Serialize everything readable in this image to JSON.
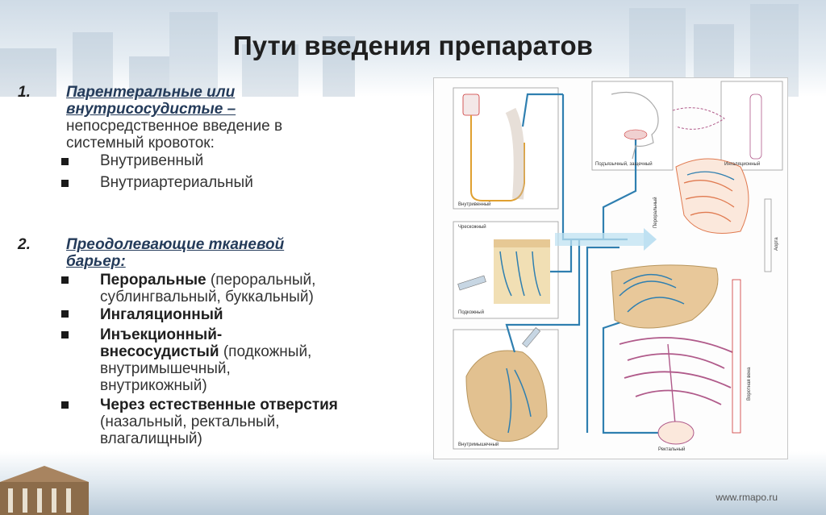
{
  "title": "Пути введения препаратов",
  "section1": {
    "number": "1.",
    "heading_line1": "Парентеральные или",
    "heading_line2": "внутрисосудистые –",
    "desc_line1": "непосредственное введение в",
    "desc_line2": "системный кровоток:",
    "items": [
      "Внутривенный",
      "Внутриартериальный"
    ]
  },
  "section2": {
    "number": "2.",
    "heading_line1": "Преодолевающие тканевой",
    "heading_line2": "барьер:",
    "items": [
      {
        "bold": "Пероральные",
        "rest_line1": " (пероральный,",
        "rest_line2": "сублингвальный, буккальный)"
      },
      {
        "bold": "Ингаляционный"
      },
      {
        "bold_line1": "Инъекционный-",
        "bold_line2": "внесосудистый",
        "rest_line2": " (подкожный,",
        "rest_line3": "внутримышечный,",
        "rest_line4": "внутрикожный)"
      },
      {
        "bold": "Через естественные отверстия",
        "rest_line2": "(назальный, ректальный,",
        "rest_line3": "влагалищный)"
      }
    ]
  },
  "figure": {
    "labels": {
      "iv": "Внутривенный",
      "intradermal": "Чрескожный",
      "subcutaneous": "Подкожный",
      "intramuscular": "Внутримышечный",
      "sublingual": "Подъязычный, защечный",
      "inhalation": "Ингаляционный",
      "oral": "Пероральный",
      "rectal": "Ректальный",
      "aorta": "Аорта",
      "vein": "Воротная вена"
    },
    "colors": {
      "blood": "#2f7fb0",
      "iv_line": "#e0a030",
      "liver": "#e8c89a",
      "intestine": "#b05a8a",
      "lung": "#e07a50"
    }
  },
  "footer_url": "www.rmapo.ru"
}
